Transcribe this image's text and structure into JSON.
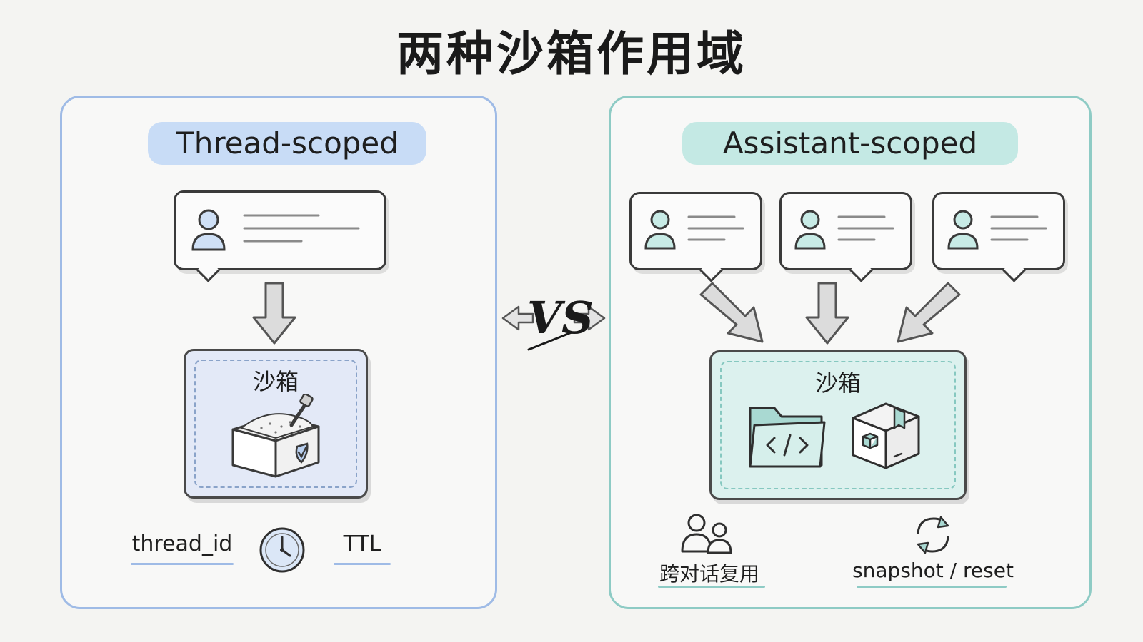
{
  "title": "两种沙箱作用域",
  "left_panel": {
    "heading": "Thread-scoped",
    "sandbox_label": "沙箱",
    "footer": {
      "left_label": "thread_id",
      "right_label": "TTL",
      "center_icon": "clock-icon"
    }
  },
  "vs_label": "VS",
  "right_panel": {
    "heading": "Assistant-scoped",
    "sandbox_label": "沙箱",
    "sandbox_icons": [
      "code-folder-icon",
      "package-box-icon"
    ],
    "footer": {
      "left_label": "跨对话复用",
      "left_icon": "users-icon",
      "right_label": "snapshot / reset",
      "right_icon": "refresh-icon"
    }
  },
  "colors": {
    "left_accent": "#9fbbe6",
    "left_highlight": "#c8dcf6",
    "right_accent": "#8ecbc5",
    "right_highlight": "#c4e9e4"
  }
}
